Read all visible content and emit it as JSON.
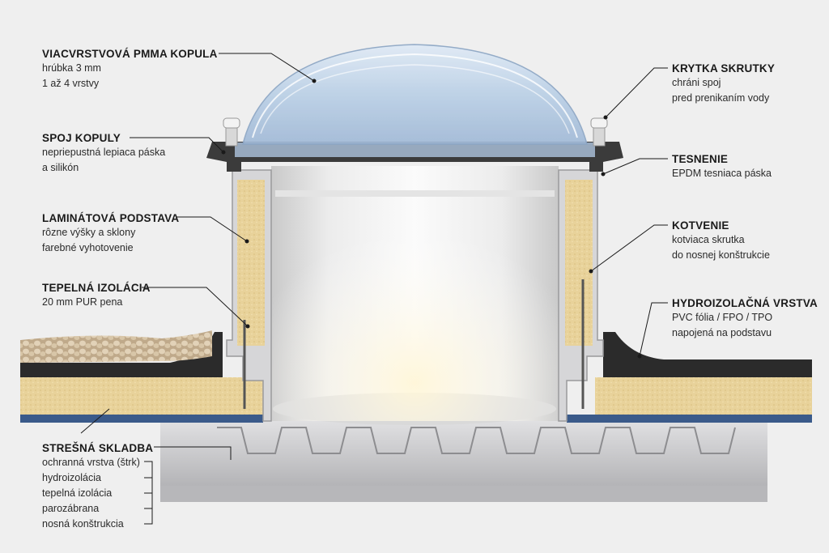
{
  "labels": {
    "dome": {
      "title": "VIACVRSTVOVÁ PMMA KOPULA",
      "lines": [
        "hrúbka 3 mm",
        "1 až 4 vrstvy"
      ]
    },
    "joint": {
      "title": "SPOJ KOPULY",
      "lines": [
        "nepriepustná lepiaca páska",
        "a silikón"
      ]
    },
    "base": {
      "title": "LAMINÁTOVÁ PODSTAVA",
      "lines": [
        "rôzne výšky a sklony",
        "farebné vyhotovenie"
      ]
    },
    "insulation": {
      "title": "TEPELNÁ IZOLÁCIA",
      "lines": [
        "20 mm PUR pena"
      ]
    },
    "roof": {
      "title": "STREŠNÁ SKLADBA",
      "lines": [
        "ochranná vrstva (štrk)",
        "hydroizolácia",
        "tepelná izolácia",
        "parozábrana",
        "nosná konštrukcia"
      ]
    },
    "screw_cap": {
      "title": "KRYTKA SKRUTKY",
      "lines": [
        "chráni spoj",
        "pred prenikaním vody"
      ]
    },
    "seal": {
      "title": "TESNENIE",
      "lines": [
        "EPDM tesniaca páska"
      ]
    },
    "anchor": {
      "title": "KOTVENIE",
      "lines": [
        "kotviaca skrutka",
        "do nosnej konštrukcie"
      ]
    },
    "waterproof": {
      "title": "HYDROIZOLAČNÁ VRSTVA",
      "lines": [
        "PVC fólia / FPO / TPO",
        "napojená na podstavu"
      ]
    }
  },
  "colors": {
    "background": "#efefef",
    "insulation": "#e8d29a",
    "membrane": "#2b2b2b",
    "vapor_barrier": "#3a5a8a",
    "dome": "#b9cfe6",
    "steel": "#c9c9cb"
  }
}
